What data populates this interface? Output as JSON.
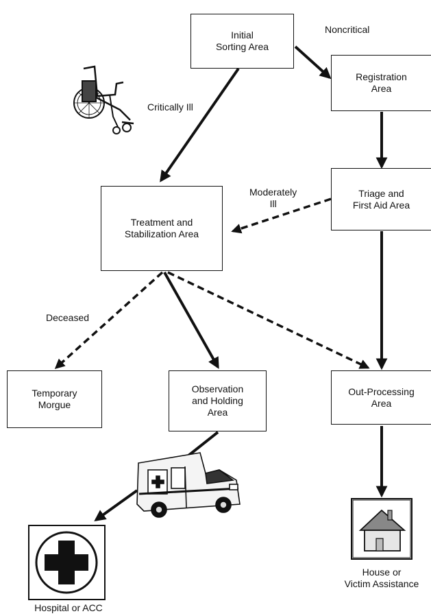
{
  "boxes": {
    "initial": "Initial\nSorting Area",
    "registration": "Registration\nArea",
    "triage": "Triage and\nFirst Aid Area",
    "treatment": "Treatment and\nStabilization Area",
    "morgue": "Temporary\nMorgue",
    "observation": "Observation\nand Holding\nArea",
    "outprocessing": "Out-Processing\nArea"
  },
  "labels": {
    "noncritical": "Noncritical",
    "critically_ill": "Critically Ill",
    "moderately_ill": "Moderately\nIll",
    "deceased": "Deceased"
  },
  "captions": {
    "hospital": "Hospital or ACC",
    "house": "House or\nVictim Assistance"
  },
  "icons": [
    "wheelchair-icon",
    "ambulance-icon",
    "hospital-cross-icon",
    "house-icon"
  ]
}
